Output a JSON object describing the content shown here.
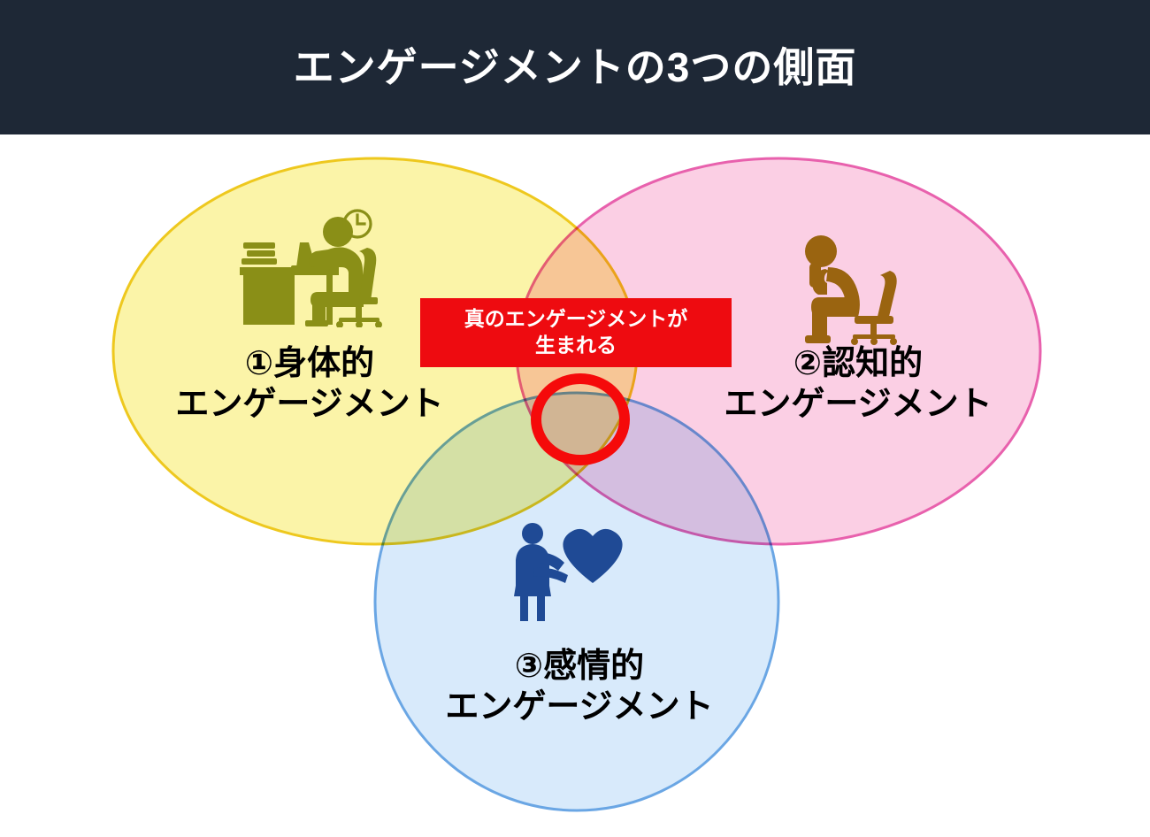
{
  "header": {
    "title": "エンゲージメントの3つの側面",
    "background_color": "#1e2836",
    "text_color": "#ffffff"
  },
  "diagram": {
    "type": "venn-3-set",
    "background_color": "#ffffff",
    "sets": [
      {
        "id": "physical",
        "label_line1": "①身体的",
        "label_line2": "エンゲージメント",
        "fill_color": "#fbf4a8",
        "stroke_color": "#eec81e",
        "icon": "desk-worker-icon",
        "icon_color": "#8a8f17",
        "position": "left"
      },
      {
        "id": "cognitive",
        "label_line1": "②認知的",
        "label_line2": "エンゲージメント",
        "fill_color": "#fbcfe4",
        "stroke_color": "#e861ad",
        "icon": "thinking-person-icon",
        "icon_color": "#9a6410",
        "position": "right"
      },
      {
        "id": "emotional",
        "label_line1": "③感情的",
        "label_line2": "エンゲージメント",
        "fill_color": "#d8eafb",
        "stroke_color": "#6aa6e4",
        "icon": "person-holding-heart-icon",
        "icon_color": "#1f4a95",
        "position": "bottom"
      }
    ],
    "intersection": {
      "callout_line1": "真のエンゲージメントが",
      "callout_line2": "生まれる",
      "callout_background": "#ee0b10",
      "callout_text_color": "#ffffff",
      "highlight_ring_color": "#f50a0a"
    },
    "accessory_icons": [
      {
        "id": "clock",
        "name": "clock-icon",
        "color": "#8a8f17"
      }
    ]
  }
}
